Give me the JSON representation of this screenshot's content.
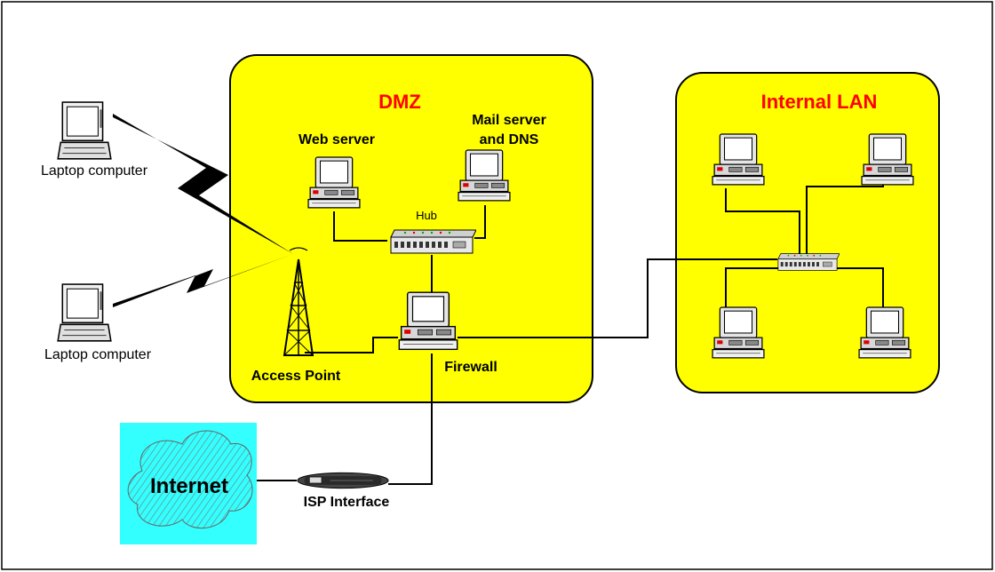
{
  "colors": {
    "zone_fill": "#ffff00",
    "zone_title": "#ff0000",
    "cloud_fill": "#33ffff",
    "frame": "#000000"
  },
  "zones": {
    "dmz_title": "DMZ",
    "lan_title": "Internal LAN"
  },
  "labels": {
    "laptop_top": "Laptop computer",
    "laptop_bottom": "Laptop computer",
    "web_server": "Web server",
    "mail_server_line1": "Mail server",
    "mail_server_line2": "and DNS",
    "hub": "Hub",
    "access_point": "Access Point",
    "firewall": "Firewall",
    "internet": "Internet",
    "isp_interface": "ISP Interface"
  },
  "icons": {
    "laptop": "laptop-icon",
    "desktop": "desktop-computer-icon",
    "hub": "hub-icon",
    "antenna": "antenna-tower-icon",
    "modem": "modem-icon",
    "cloud": "cloud-icon",
    "lightning": "wireless-lightning-icon"
  }
}
